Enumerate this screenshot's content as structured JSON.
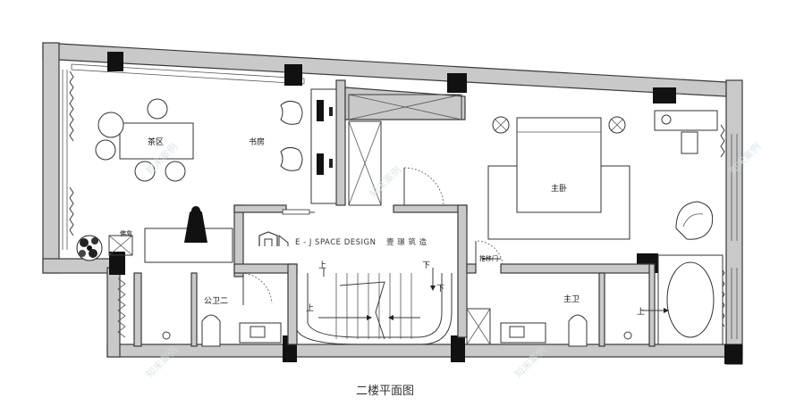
{
  "rooms": {
    "tea_area": "茶区",
    "study": "书房",
    "master_bedroom": "主卧",
    "master_bath": "主卫",
    "public_bath_2": "公卫二",
    "shrine": "佛龛",
    "sliding_door": "推移门"
  },
  "stairs": {
    "up_left": "上",
    "down_right": "下",
    "up_landing": "上",
    "down_landing": "下"
  },
  "bath_step": "上",
  "logo": {
    "brand": "E - J SPACE DESIGN",
    "brand_cn": "壹 璟 筑 造"
  },
  "caption": "二楼平面图",
  "watermark": "知末案例"
}
